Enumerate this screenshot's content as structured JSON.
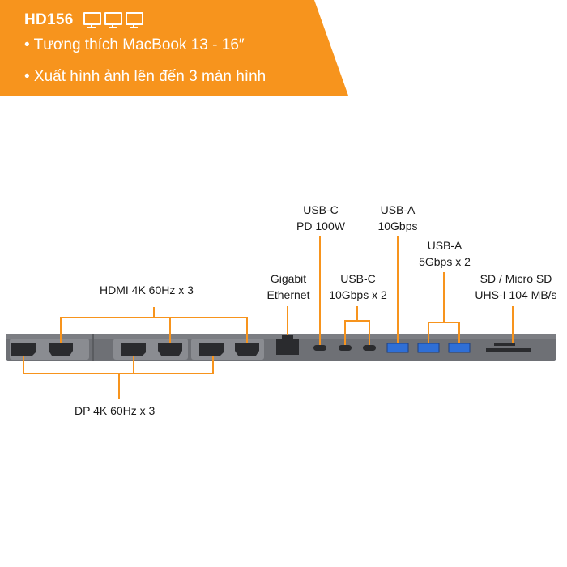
{
  "banner": {
    "model": "HD156",
    "bullets": [
      "• Tương thích MacBook 13 - 16″",
      "• Xuất hình ảnh lên đến 3 màn hình"
    ],
    "color": "#F7941D"
  },
  "labels": {
    "hdmi": "HDMI 4K 60Hz x 3",
    "dp": "DP 4K 60Hz x 3",
    "ethernet_1": "Gigabit",
    "ethernet_2": "Ethernet",
    "usbc_pd_1": "USB-C",
    "usbc_pd_2": "PD 100W",
    "usbc_10_1": "USB-C",
    "usbc_10_2": "10Gbps x 2",
    "usba_10_1": "USB-A",
    "usba_10_2": "10Gbps",
    "usba_5_1": "USB-A",
    "usba_5_2": "5Gbps x 2",
    "sd_1": "SD / Micro SD",
    "sd_2": "UHS-I 104 MB/s"
  },
  "colors": {
    "accent": "#F7941D",
    "body": "#6E7075",
    "port": "#2A2B2E",
    "usb_blue": "#2F6FD6"
  },
  "icons": [
    "monitor-icon",
    "monitor-icon",
    "monitor-icon"
  ]
}
